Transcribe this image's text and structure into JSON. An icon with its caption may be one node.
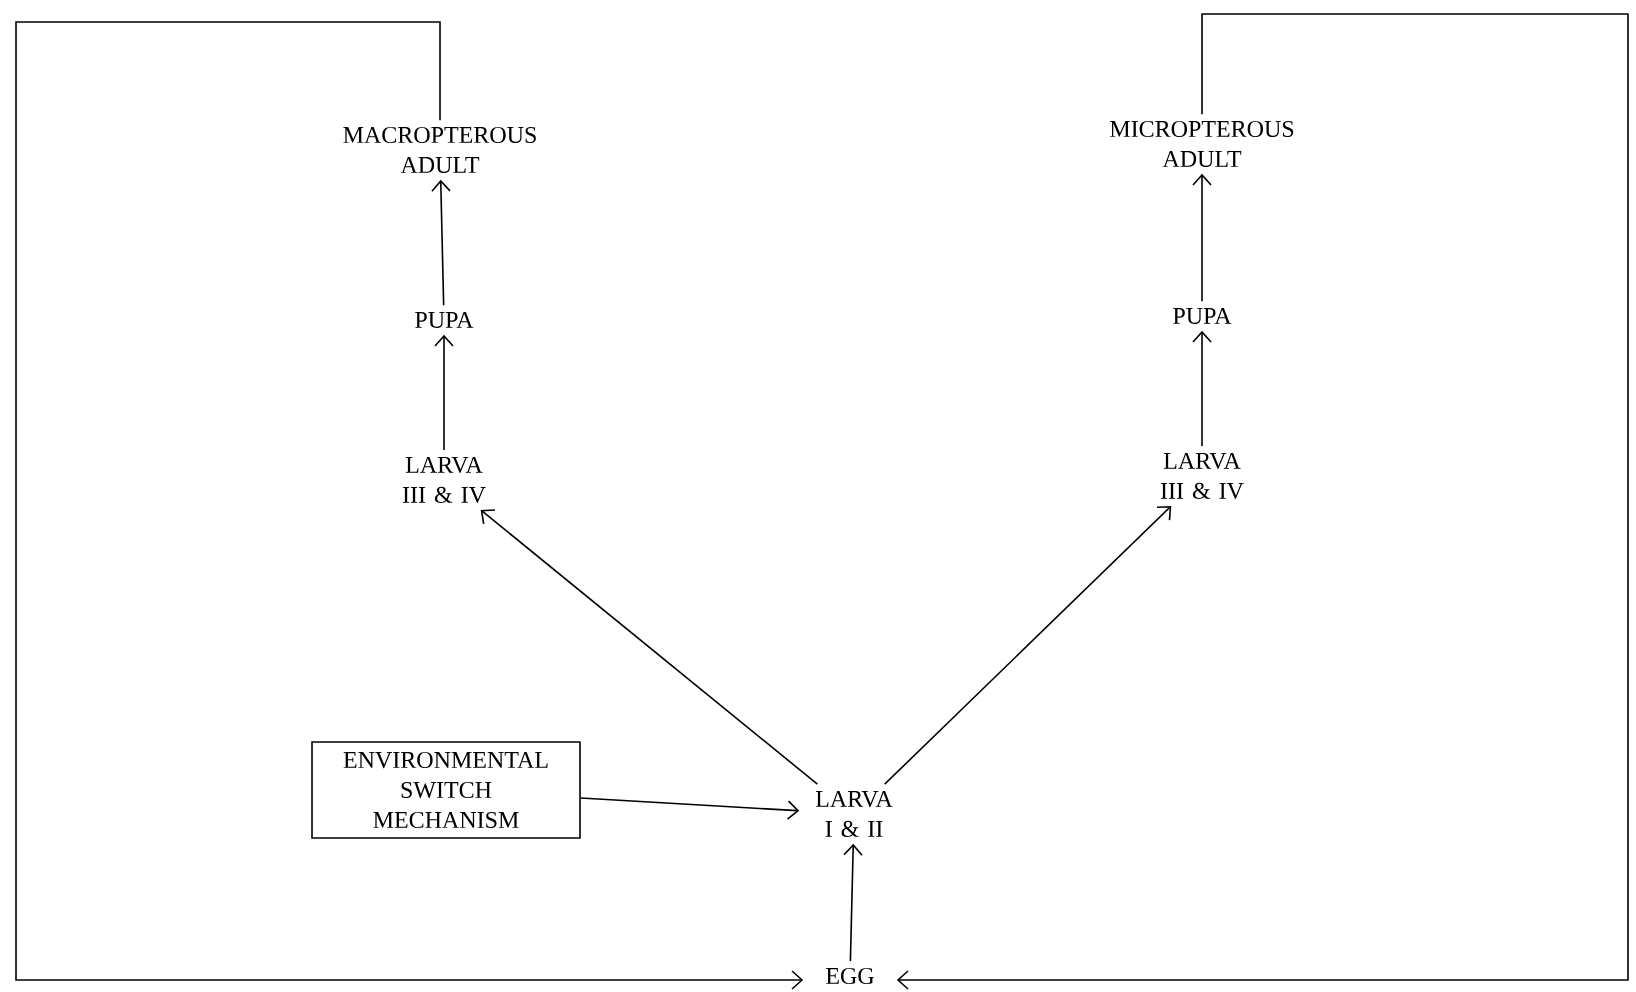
{
  "diagram": {
    "nodes": [
      {
        "text": [
          "MACROPTEROUS ADULT"
        ]
      },
      {
        "text": [
          "PUPA"
        ]
      },
      {
        "text": [
          "LARVA III & IV"
        ]
      },
      {
        "text": [
          "MICROPTEROUS ADULT"
        ]
      },
      {
        "text": [
          "PUPA"
        ]
      },
      {
        "text": [
          "LARVA III & IV"
        ]
      },
      {
        "text": [
          "ENVIRONMENTAL SWITCH MECHANISM"
        ]
      },
      {
        "text": [
          "LARVA I & II"
        ]
      },
      {
        "text": [
          "EGG"
        ]
      }
    ],
    "edges": [
      {
        "from": 1,
        "to": 0,
        "arrow": "to"
      },
      {
        "from": 2,
        "to": 1,
        "arrow": "to"
      },
      {
        "from": 4,
        "to": 3,
        "arrow": "to"
      },
      {
        "from": 5,
        "to": 4,
        "arrow": "to"
      },
      {
        "from": 7,
        "to": 2,
        "arrow": "to"
      },
      {
        "from": 7,
        "to": 5,
        "arrow": "to"
      },
      {
        "from": 6,
        "to": 7,
        "arrow": "to"
      },
      {
        "from": 8,
        "to": 7,
        "arrow": "to"
      },
      {
        "from": 0,
        "to": 8,
        "arrow": "to"
      },
      {
        "from": 3,
        "to": 8,
        "arrow": "to"
      }
    ]
  }
}
